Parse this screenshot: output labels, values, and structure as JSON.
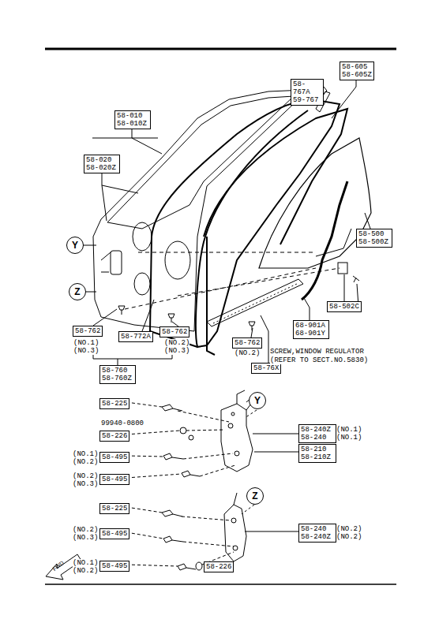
{
  "diagram": {
    "nodes": [
      {
        "text": [
          "58-605 58-605Z"
        ]
      },
      {
        "text": [
          "58-767A 59-767"
        ]
      },
      {
        "text": [
          "58-010 58-010Z"
        ]
      },
      {
        "text": [
          "58-020 58-020Z"
        ]
      },
      {
        "text": [
          "Y"
        ]
      },
      {
        "text": [
          "58-500 58-500Z"
        ]
      },
      {
        "text": [
          "Z"
        ]
      },
      {
        "text": [
          "58-502C"
        ]
      },
      {
        "text": [
          "58-762"
        ]
      },
      {
        "text": [
          "58-772A"
        ]
      },
      {
        "text": [
          "58-762"
        ]
      },
      {
        "text": [
          "68-901A 68-901Y"
        ]
      },
      {
        "text": [
          "58-762"
        ]
      },
      {
        "text": [
          "58-76X"
        ]
      },
      {
        "text": [
          "58-760 58-760Z"
        ]
      },
      {
        "text": [
          "58-225"
        ]
      },
      {
        "text": [
          "58-226"
        ]
      },
      {
        "text": [
          "58-495"
        ]
      },
      {
        "text": [
          "58-495"
        ]
      },
      {
        "text": [
          "Y"
        ]
      },
      {
        "text": [
          "58-240Z 58-240"
        ]
      },
      {
        "text": [
          "58-210 58-210Z"
        ]
      },
      {
        "text": [
          "58-225"
        ]
      },
      {
        "text": [
          "58-495"
        ]
      },
      {
        "text": [
          "Z"
        ]
      },
      {
        "text": [
          "58-240 58-240Z"
        ]
      },
      {
        "text": [
          "58-495"
        ]
      },
      {
        "text": [
          "58-226"
        ]
      }
    ],
    "labels": [
      "(NO.1)",
      "(NO.3)",
      "(NO.2)",
      "(NO.3)",
      "(NO.2)",
      "SCREW,WINDOW REGULATOR",
      "(REFER TO SECT.NO.5830)",
      "99940-0800",
      "(NO.1)",
      "(NO.2)",
      "(NO.2)",
      "(NO.3)",
      "(NO.1)",
      "(NO.1)",
      "(NO.2)",
      "(NO.3)",
      "(NO.2)",
      "(NO.2)",
      "(NO.1)",
      "(NO.2)",
      "FWD"
    ]
  }
}
